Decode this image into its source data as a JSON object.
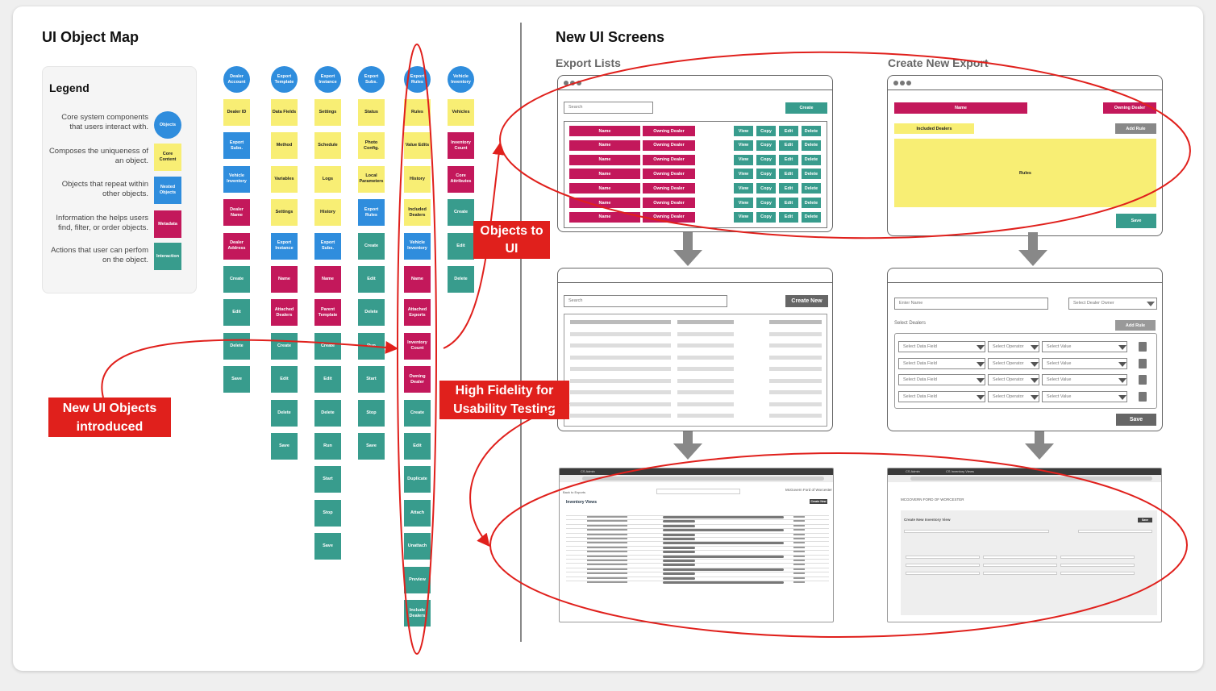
{
  "left": {
    "title": "UI Object Map",
    "legend": {
      "title": "Legend",
      "items": [
        {
          "text": "Core system components that users interact with.",
          "box": "Objects",
          "color": "#2f8ddd"
        },
        {
          "text": "Composes the uniqueness of an object.",
          "box": "Core Content",
          "color": "#f8ee74"
        },
        {
          "text": "Objects that repeat within other objects.",
          "box": "Nested Objects",
          "color": "#2f8ddd"
        },
        {
          "text": "Information the helps users find, filter, or order objects.",
          "box": "Metadata",
          "color": "#c3185b"
        },
        {
          "text": "Actions that user can perfom on the object.",
          "box": "Interaction",
          "color": "#389c8d"
        }
      ]
    },
    "columns": [
      {
        "header": "Dealer Account",
        "cells": [
          [
            "Dealer ID",
            "y"
          ],
          [
            "Export Subs.",
            "b"
          ],
          [
            "Vehicle Inventory",
            "b"
          ],
          [
            "Dealer Name",
            "m"
          ],
          [
            "Dealer Address",
            "m"
          ],
          [
            "Create",
            "g"
          ],
          [
            "Edit",
            "g"
          ],
          [
            "Delete",
            "g"
          ],
          [
            "Save",
            "g"
          ]
        ]
      },
      {
        "header": "Export Template",
        "cells": [
          [
            "Data Fields",
            "y"
          ],
          [
            "Method",
            "y"
          ],
          [
            "Variables",
            "y"
          ],
          [
            "Settings",
            "y"
          ],
          [
            "Export Instance",
            "b"
          ],
          [
            "Name",
            "m"
          ],
          [
            "Attached Dealers",
            "m"
          ],
          [
            "Create",
            "g"
          ],
          [
            "Edit",
            "g"
          ],
          [
            "Delete",
            "g"
          ],
          [
            "Save",
            "g"
          ]
        ]
      },
      {
        "header": "Export Instance",
        "cells": [
          [
            "Settings",
            "y"
          ],
          [
            "Schedule",
            "y"
          ],
          [
            "Logs",
            "y"
          ],
          [
            "History",
            "y"
          ],
          [
            "Export Subs.",
            "b"
          ],
          [
            "Name",
            "m"
          ],
          [
            "Parent Template",
            "m"
          ],
          [
            "Create",
            "g"
          ],
          [
            "Edit",
            "g"
          ],
          [
            "Delete",
            "g"
          ],
          [
            "Run",
            "g"
          ],
          [
            "Start",
            "g"
          ],
          [
            "Stop",
            "g"
          ],
          [
            "Save",
            "g"
          ]
        ]
      },
      {
        "header": "Export Subs.",
        "cells": [
          [
            "Status",
            "y"
          ],
          [
            "Photo Config.",
            "y"
          ],
          [
            "Local Parameters",
            "y"
          ],
          [
            "Export Rules",
            "b"
          ],
          [
            "Create",
            "g"
          ],
          [
            "Edit",
            "g"
          ],
          [
            "Delete",
            "g"
          ],
          [
            "Run",
            "g"
          ],
          [
            "Start",
            "g"
          ],
          [
            "Stop",
            "g"
          ],
          [
            "Save",
            "g"
          ]
        ]
      },
      {
        "header": "Export Rules",
        "cells": [
          [
            "Rules",
            "y"
          ],
          [
            "Value Edits",
            "y"
          ],
          [
            "History",
            "y"
          ],
          [
            "Included Dealers",
            "y"
          ],
          [
            "Vehicle Inventory",
            "b"
          ],
          [
            "Name",
            "m"
          ],
          [
            "Attached Exports",
            "m"
          ],
          [
            "Inventory Count",
            "m"
          ],
          [
            "Owning Dealer",
            "m"
          ],
          [
            "Create",
            "g"
          ],
          [
            "Edit",
            "g"
          ],
          [
            "Duplicate",
            "g"
          ],
          [
            "Attach",
            "g"
          ],
          [
            "Unattach",
            "g"
          ],
          [
            "Preview",
            "g"
          ],
          [
            "Include Dealers",
            "g"
          ]
        ]
      },
      {
        "header": "Vehicle Inventory",
        "cells": [
          [
            "Vehicles",
            "y"
          ],
          [
            "Inventory Count",
            "m"
          ],
          [
            "Core Attributes",
            "m"
          ],
          [
            "Create",
            "g"
          ],
          [
            "Edit",
            "g"
          ],
          [
            "Delete",
            "g"
          ]
        ]
      }
    ],
    "callout_new_objects": "New UI Objects introduced"
  },
  "right": {
    "title": "New UI Screens",
    "export_lists": {
      "title": "Export Lists",
      "search_placeholder": "Search",
      "create_label": "Create",
      "row_name": "Name",
      "row_dealer": "Owning Dealer",
      "actions": [
        "View",
        "Copy",
        "Edit",
        "Delete"
      ]
    },
    "create_new_export": {
      "title": "Create New Export",
      "name_label": "Name",
      "owning_dealer": "Owning Dealer",
      "included_dealers": "Included Dealers",
      "add_rule": "Add Rule",
      "rules": "Rules",
      "save": "Save"
    },
    "mid_left": {
      "search_placeholder": "Search",
      "create_new": "Create New"
    },
    "mid_right": {
      "enter_name": "Enter Name",
      "select_dealer_owner": "Select Dealer Owner",
      "select_dealers": "Select Dealers",
      "add_rule": "Add Rule",
      "select_data_field": "Select Data Field",
      "select_operator": "Select Operator",
      "select_value": "Select Value",
      "save": "Save"
    },
    "hifi_left": {
      "tab1": "CS Admin",
      "back": "Back to Exports",
      "brand": "McGovern Ford of Worcester",
      "title": "Inventory Views",
      "create": "Create New"
    },
    "hifi_right": {
      "tab1": "CS Admin",
      "tab2": "CS Inventory Views",
      "brand": "MCGOVERN FORD OF WORCESTER",
      "title": "Create New Inventory View",
      "save": "Save"
    },
    "callout_objects_to_ui": "Objects to UI",
    "callout_high_fidelity": "High Fidelity for Usability Testing"
  },
  "colors": {
    "object": "#2f8ddd",
    "core": "#f8ee74",
    "metadata": "#c3185b",
    "interaction": "#389c8d",
    "annotation": "#e0201c"
  }
}
